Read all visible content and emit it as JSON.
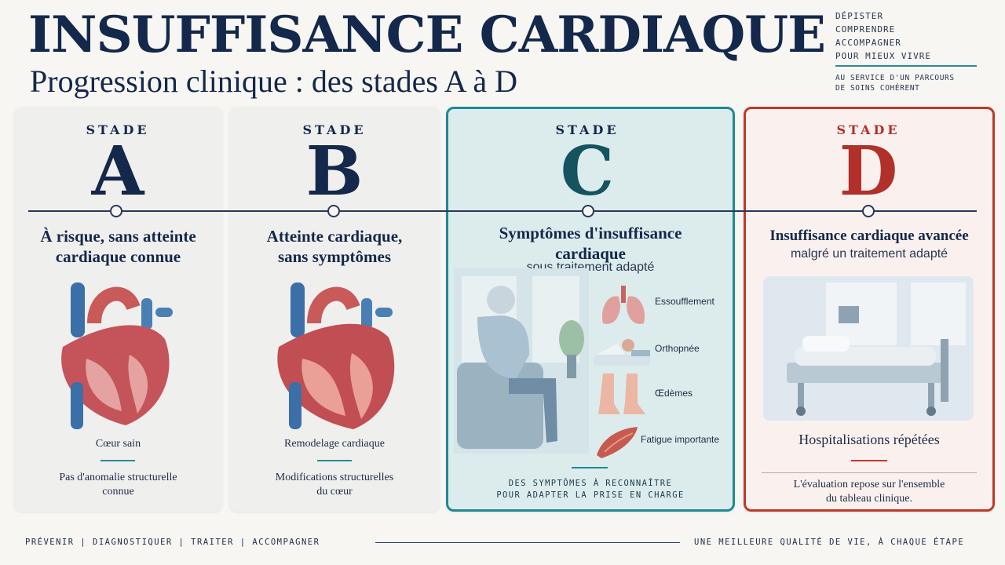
{
  "header": {
    "title": "INSUFFISANCE CARDIAQUE",
    "subtitle": "Progression clinique : des stades A à D",
    "tagline": [
      "DÉPISTER",
      "COMPRENDRE",
      "ACCOMPAGNER",
      "POUR MIEUX VIVRE"
    ],
    "tagline_sub": [
      "AU SERVICE D'UN PARCOURS",
      "DE SOINS COHÉRENT"
    ]
  },
  "stages": [
    {
      "word": "STADE",
      "letter": "A",
      "title_lines": [
        "À risque, sans atteinte",
        "cardiaque connue"
      ],
      "caption": "Cœur sain",
      "desc_lines": [
        "Pas d'anomalie structurelle",
        "connue"
      ],
      "image": "healthy-heart"
    },
    {
      "word": "STADE",
      "letter": "B",
      "title_lines": [
        "Atteinte cardiaque,",
        "sans symptômes"
      ],
      "caption": "Remodelage cardiaque",
      "desc_lines": [
        "Modifications structurelles",
        "du cœur"
      ],
      "image": "remodeled-heart"
    },
    {
      "word": "STADE",
      "letter": "C",
      "title_lines": [
        "Symptômes d'insuffisance",
        "cardiaque"
      ],
      "subtitle": "sous traitement adapté",
      "symptoms": [
        "Essoufflement",
        "Orthopnée",
        "Œdèmes",
        "Fatigue importante"
      ],
      "caps_lines": [
        "DES SYMPTÔMES À RECONNAÎTRE",
        "POUR ADAPTER LA PRISE EN CHARGE"
      ],
      "image": "seated-patient",
      "accent": "#1f8a94"
    },
    {
      "word": "STADE",
      "letter": "D",
      "title": "Insuffisance cardiaque avancée",
      "subtitle": "malgré un traitement adapté",
      "caption": "Hospitalisations répétées",
      "desc_lines": [
        "L'évaluation repose sur l'ensemble",
        "du tableau clinique."
      ],
      "image": "hospital-bed",
      "accent": "#c0392b"
    }
  ],
  "footer": {
    "left": "PRÉVENIR  |  DIAGNOSTIQUER  |  TRAITER  |  ACCOMPAGNER",
    "right": "UNE MEILLEURE QUALITÉ DE VIE, À CHAQUE ÉTAPE"
  },
  "colors": {
    "navy": "#14284b",
    "teal": "#1f8a94",
    "red": "#c0392b"
  }
}
